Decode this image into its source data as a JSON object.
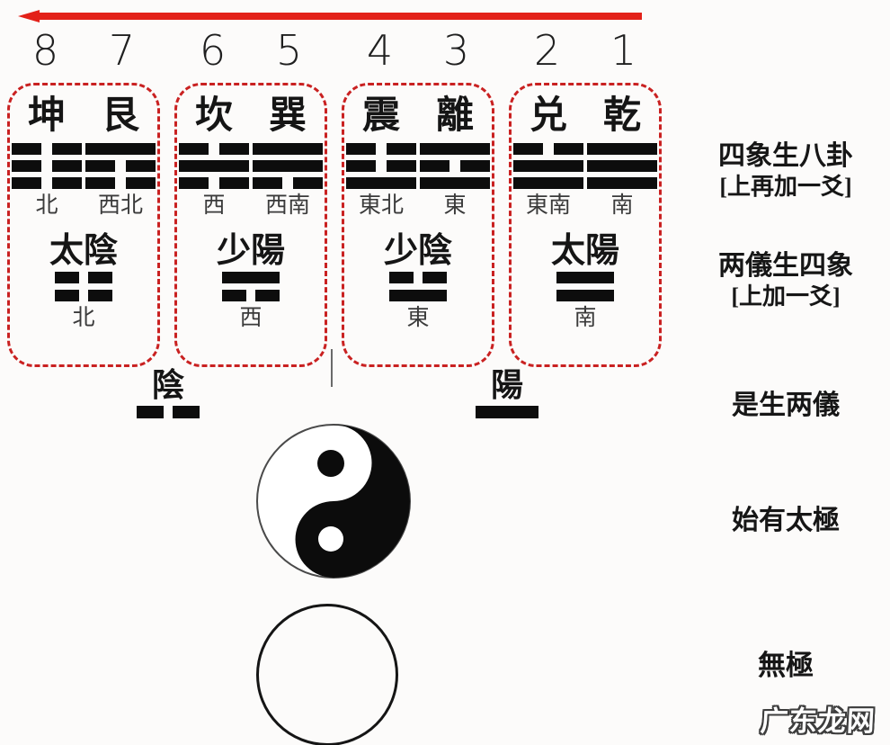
{
  "sequence_direction_note": "arrow points left",
  "trigram_groups": [
    {
      "numbers": [
        "8",
        "7"
      ],
      "trigrams": [
        {
          "name": "坤",
          "lines": [
            "broken",
            "broken",
            "broken"
          ],
          "direction": "北"
        },
        {
          "name": "艮",
          "lines": [
            "solid",
            "broken",
            "broken"
          ],
          "direction": "西北"
        }
      ],
      "sixiang": {
        "name": "太陰",
        "lines": [
          "broken",
          "broken"
        ],
        "direction": "北"
      }
    },
    {
      "numbers": [
        "6",
        "5"
      ],
      "trigrams": [
        {
          "name": "坎",
          "lines": [
            "broken",
            "solid",
            "broken"
          ],
          "direction": "西"
        },
        {
          "name": "巽",
          "lines": [
            "solid",
            "solid",
            "broken"
          ],
          "direction": "西南"
        }
      ],
      "sixiang": {
        "name": "少陽",
        "lines": [
          "solid",
          "broken"
        ],
        "direction": "西"
      }
    },
    {
      "numbers": [
        "4",
        "3"
      ],
      "trigrams": [
        {
          "name": "震",
          "lines": [
            "broken",
            "broken",
            "solid"
          ],
          "direction": "東北"
        },
        {
          "name": "離",
          "lines": [
            "solid",
            "broken",
            "solid"
          ],
          "direction": "東"
        }
      ],
      "sixiang": {
        "name": "少陰",
        "lines": [
          "broken",
          "solid"
        ],
        "direction": "東"
      }
    },
    {
      "numbers": [
        "2",
        "1"
      ],
      "trigrams": [
        {
          "name": "兑",
          "lines": [
            "broken",
            "solid",
            "solid"
          ],
          "direction": "東南"
        },
        {
          "name": "乾",
          "lines": [
            "solid",
            "solid",
            "solid"
          ],
          "direction": "南"
        }
      ],
      "sixiang": {
        "name": "太陽",
        "lines": [
          "solid",
          "solid"
        ],
        "direction": "南"
      }
    }
  ],
  "liangyi": {
    "yin": {
      "label": "陰",
      "lines": [
        "broken"
      ]
    },
    "yang": {
      "label": "陽",
      "lines": [
        "solid"
      ]
    }
  },
  "stage_labels": {
    "bagua": {
      "title": "四象生八卦",
      "subtitle": "[上再加一爻]"
    },
    "sixiang": {
      "title": "两儀生四象",
      "subtitle": "[上加一爻]"
    },
    "liangyi": {
      "title": "是生两儀"
    },
    "taiji": {
      "title": "始有太極"
    },
    "wuji": {
      "title": "無極"
    }
  },
  "watermark": "广东龙网",
  "colors": {
    "arrow_red": "#e32119",
    "dashed_box_red": "#c92121",
    "ink_black": "#0d0d0d"
  }
}
